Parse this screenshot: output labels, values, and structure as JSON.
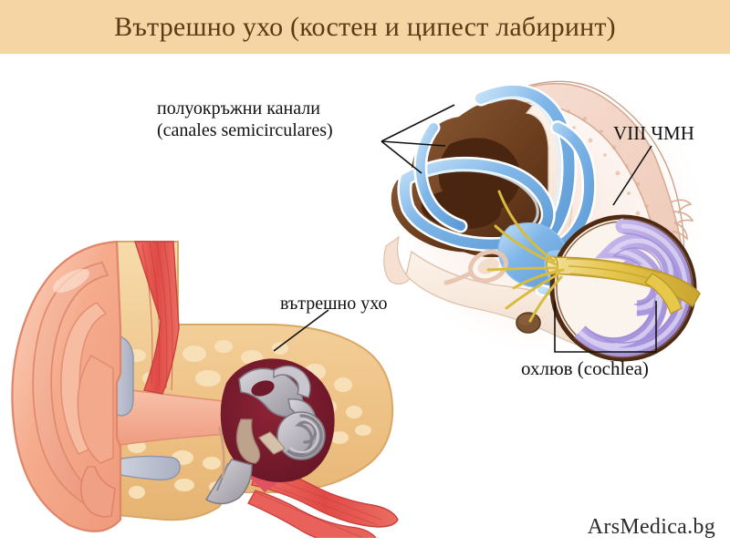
{
  "header": {
    "title": "Вътрешно ухо (костен и ципест лабиринт)",
    "band_color": "#f5d5a4",
    "title_color": "#5c3a16"
  },
  "canvas": {
    "background": "#ffffff",
    "width": "800",
    "height": "600"
  },
  "labels": {
    "semicircular_line1": "полуокръжни канали",
    "semicircular_line2": "(canales semicirculares)",
    "nerve": "VIII ЧМН",
    "cochlea": "охлюв (cochlea)",
    "inner_ear": "вътрешно ухо"
  },
  "watermark": {
    "text": "ArsMedica.bg"
  },
  "figures": {
    "left_ear": {
      "name": "ear-cross-section-illustration",
      "parts": [
        "pinna",
        "ear-canal",
        "cartilage",
        "temporal-bone",
        "muscle-fibers",
        "middle-ear-cavity",
        "ossicles",
        "inner-ear-labyrinth"
      ]
    },
    "right_labyrinth": {
      "name": "bony-membranous-labyrinth-illustration",
      "parts": [
        "semicircular-canals",
        "vestibule",
        "oval-window-stapes",
        "round-window",
        "cochlea-spiral",
        "vestibulocochlear-nerve",
        "petrous-bone"
      ]
    }
  },
  "palette": {
    "skin_pink": "#f3a98c",
    "skin_light": "#f9c9b4",
    "bone_tan": "#efc489",
    "bone_light": "#f7dcae",
    "muscle_red": "#e5544f",
    "cavity_maroon": "#7a1f30",
    "ossicle_gray": "#b9b6bd",
    "canal_blue": "#7fb6e8",
    "cochlea_purple": "#b0a0e0",
    "nerve_yellow": "#e8c84a",
    "bone_brown": "#5a3318"
  }
}
